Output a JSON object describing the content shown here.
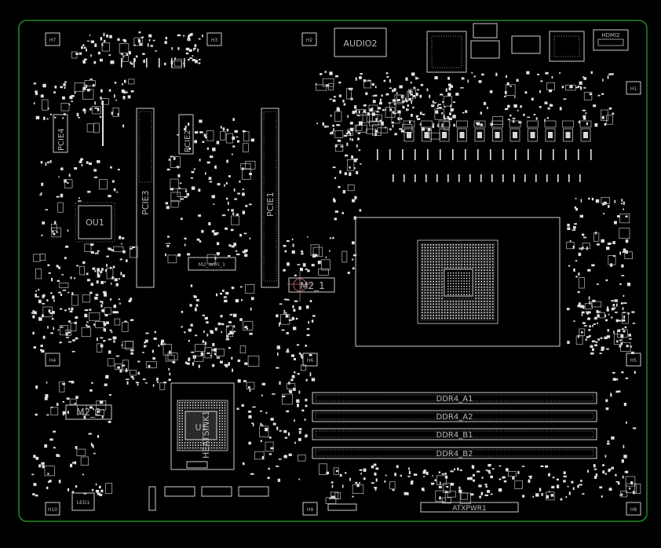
{
  "colors": {
    "background": "#000000",
    "board_outline": "#1f8a1f",
    "silk": "#d8d8d8",
    "pad": "#e6e6e6",
    "label": "#b8b8b8",
    "accent": "#c87878"
  },
  "labels": {
    "audio": "AUDIO2",
    "hdmi": "HDMI2",
    "pcie1": "PCIE1",
    "pcie2": "PCIE2",
    "pcie3": "PCIE3",
    "pcie4": "PCIE4",
    "ou1": "OU1",
    "m2_wifi": "M2_WIFI_1",
    "m2_1": "M2_1",
    "m2_2": "M2_2",
    "heatsink": "HEATSINK1",
    "ddr_a1": "DDR4_A1",
    "ddr_a2": "DDR4_A2",
    "ddr_b1": "DDR4_B1",
    "ddr_b2": "DDR4_B2",
    "atx": "ATXPWR1",
    "led1": "LED1",
    "u_center": "U1",
    "h1": "H1",
    "h2": "H2",
    "h3": "H3",
    "h4": "H4",
    "h5": "H5",
    "h6": "H6",
    "h7": "H7",
    "h8": "H8",
    "h9": "H9",
    "h10": "H10"
  }
}
